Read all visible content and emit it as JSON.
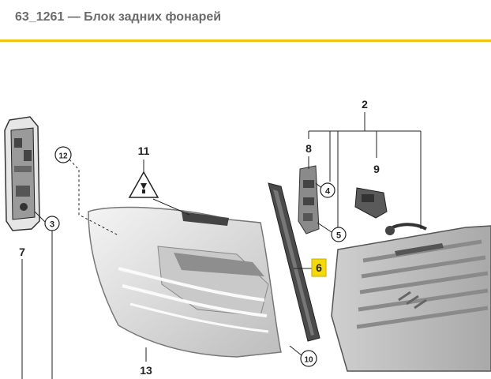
{
  "header": {
    "title": "63_1261 — Блок задних фонарей",
    "accent_color": "#f1c40f"
  },
  "diagram": {
    "highlight_color": "#f5d90a",
    "callouts": {
      "c2": "2",
      "c3": "3",
      "c4": "4",
      "c5": "5",
      "c6": "6",
      "c7": "7",
      "c8": "8",
      "c9": "9",
      "c10": "10",
      "c11": "11",
      "c12": "12",
      "c13": "13"
    },
    "highlighted_callout": "6",
    "icons": [
      "warning-triangle-icon"
    ]
  }
}
